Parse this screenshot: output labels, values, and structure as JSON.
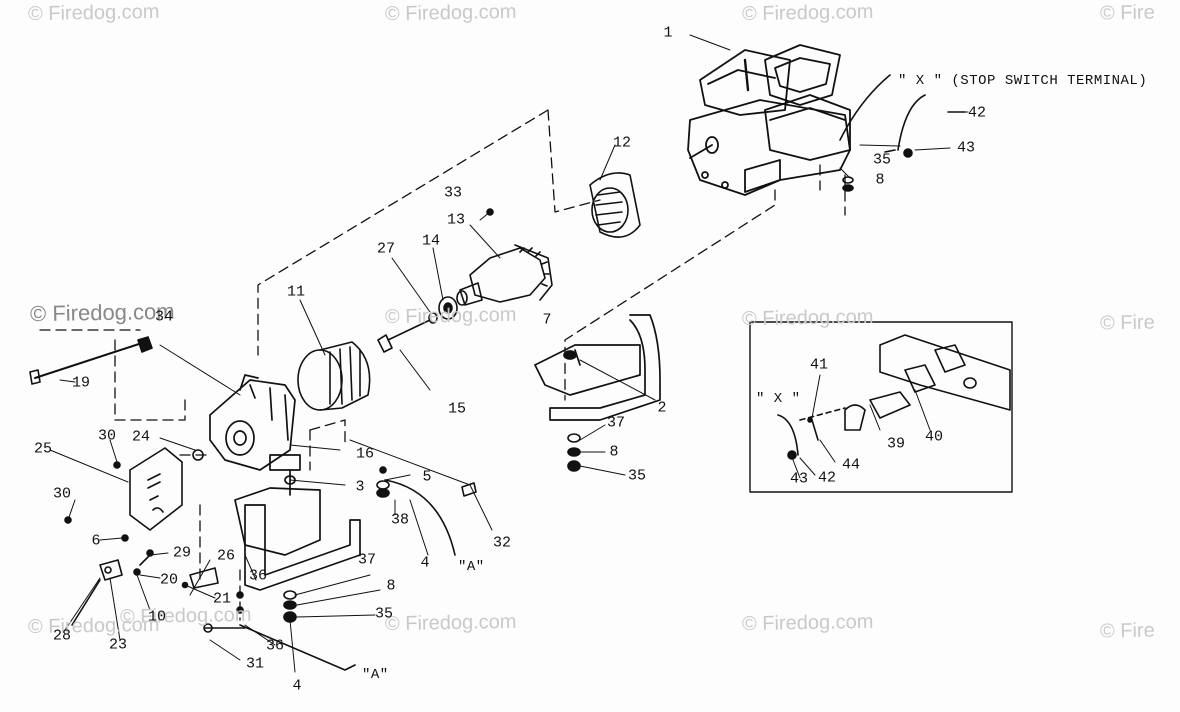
{
  "watermarks": [
    "© Firedog.com",
    "© Firedog.com",
    "© Firedog.com",
    "© Fire",
    "© Firedog.com",
    "© Firedog.com",
    "© Fire",
    "© Firedog.com",
    "© Firedog.com",
    "© Firedog.com",
    "© Firedog.com",
    "© Fire",
    "© Firedog.com"
  ],
  "notes": {
    "stop_switch": "\" X \" (STOP SWITCH TERMINAL)",
    "x_inset": "\" X \"",
    "a_marker_1": "\"A\"",
    "a_marker_2": "\"A\""
  },
  "part_numbers": [
    "1",
    "2",
    "3",
    "4",
    "4",
    "5",
    "6",
    "7",
    "8",
    "8",
    "8",
    "10",
    "11",
    "12",
    "13",
    "14",
    "15",
    "16",
    "19",
    "20",
    "21",
    "23",
    "24",
    "25",
    "26",
    "27",
    "28",
    "29",
    "30",
    "30",
    "31",
    "32",
    "33",
    "34",
    "35",
    "35",
    "35",
    "36",
    "36",
    "37",
    "37",
    "38",
    "39",
    "40",
    "41",
    "42",
    "42",
    "43",
    "43",
    "44"
  ]
}
